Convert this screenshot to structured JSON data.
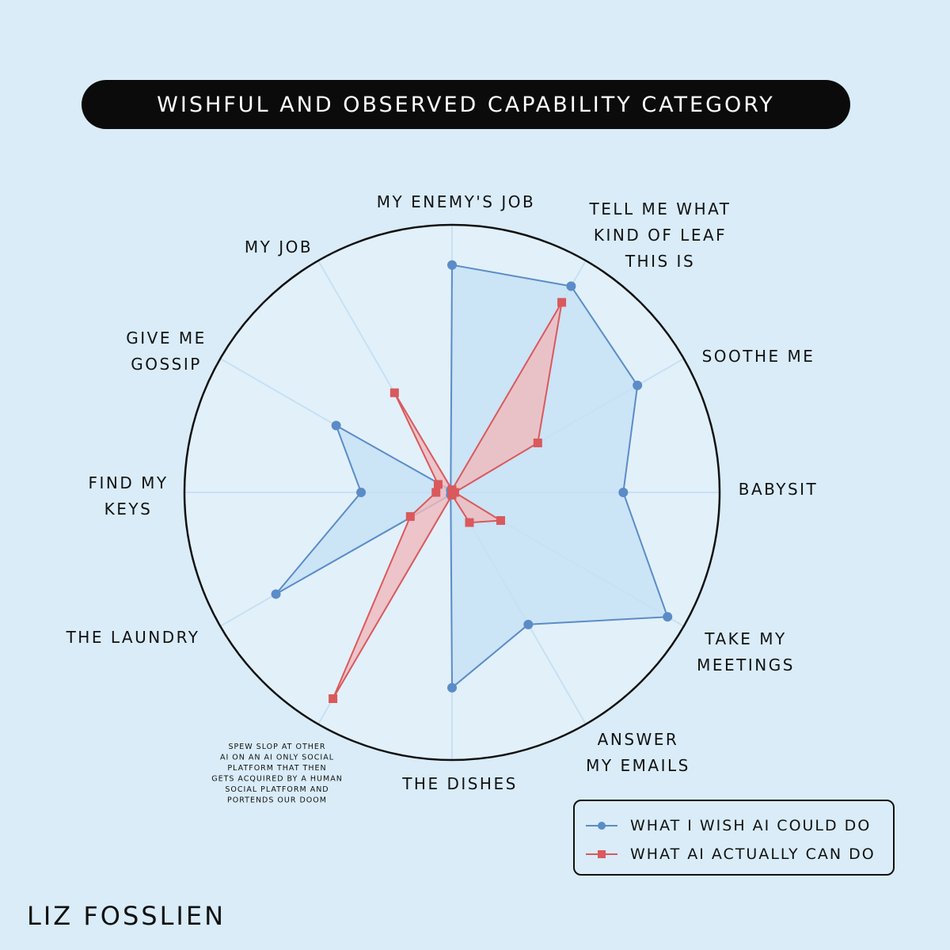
{
  "chart_data": {
    "type": "radar",
    "title": "WISHFUL AND OBSERVED CAPABILITY CATEGORY",
    "categories": [
      "MY ENEMY'S JOB",
      "TELL ME WHAT KIND OF LEAF THIS IS",
      "SOOTHE ME",
      "BABYSIT",
      "TAKE MY MEETINGS",
      "ANSWER MY EMAILS",
      "THE DISHES",
      "SPEW SLOP AT OTHER AI ON AN AI ONLY SOCIAL PLATFORM THAT THEN GETS ACQUIRED BY A HUMAN SOCIAL PLATFORM AND PORTENDS OUR DOOM",
      "THE LAUNDRY",
      "FIND MY KEYS",
      "GIVE ME GOSSIP",
      "MY JOB"
    ],
    "series": [
      {
        "name": "WHAT I WISH AI COULD DO",
        "color": "#5b8cc8",
        "fill": "#c5e1f5",
        "marker": "circle",
        "values": [
          8.5,
          8.9,
          8.0,
          6.4,
          9.3,
          5.7,
          7.3,
          0.1,
          7.6,
          3.4,
          5.0,
          0.1
        ]
      },
      {
        "name": "WHAT AI ACTUALLY CAN DO",
        "color": "#d9595c",
        "fill": "#f0b9bd",
        "marker": "square",
        "values": [
          0.1,
          8.2,
          3.7,
          0.1,
          2.1,
          1.3,
          0.1,
          8.9,
          1.8,
          0.6,
          0.6,
          4.3
        ]
      }
    ],
    "rmax": 10,
    "grid": true,
    "legend_position": "bottom-right"
  },
  "author": "LIZ FOSSLIEN"
}
